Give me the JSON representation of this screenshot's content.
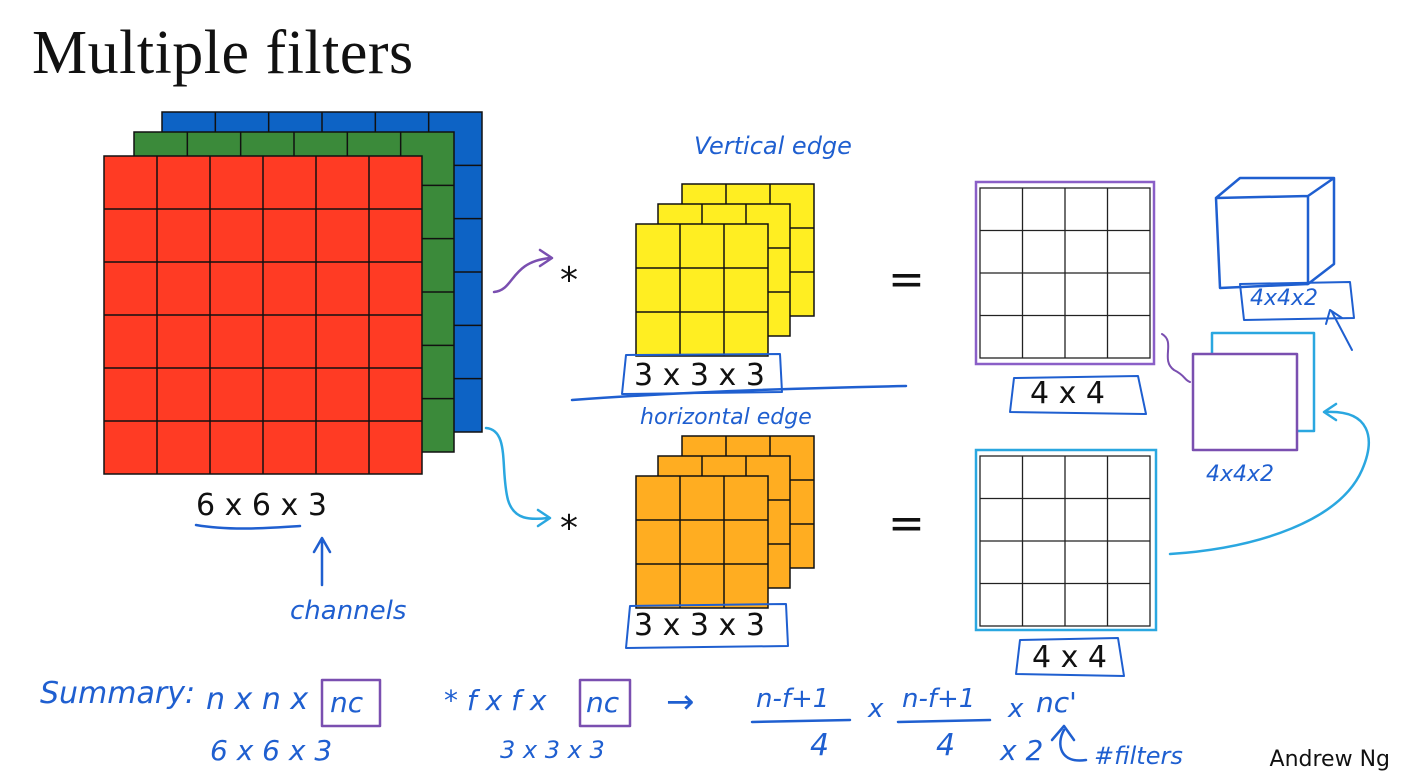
{
  "title": "Multiple filters",
  "input": {
    "dims_label": "6 x 6 x 3",
    "channels_note": "channels",
    "grid_cells": 6,
    "colors": {
      "front": "#ff3b24",
      "middle": "#3b8a3a",
      "back": "#0d63c5"
    }
  },
  "filter1": {
    "note": "Vertical edge",
    "dims_label": "3 x 3 x 3",
    "color": "#ffee22",
    "grid_cells": 3
  },
  "filter2": {
    "note": "horizontal edge",
    "dims_label": "3 x 3 x 3",
    "color": "#ffad21",
    "grid_cells": 3
  },
  "operator": "*",
  "equals": "=",
  "output1": {
    "dims_label": "4 x 4",
    "grid_cells": 4,
    "outline_color": "#8a5fc7"
  },
  "output2": {
    "dims_label": "4 x 4",
    "grid_cells": 4,
    "outline_color": "#2aa7e0"
  },
  "stacked_output": {
    "cube_label": "4x4x2",
    "stack_label": "4x4x2"
  },
  "summary": {
    "label": "Summary:",
    "input_expr": "n x n x",
    "input_nc": "nc",
    "input_numbers": "6 x 6 x 3",
    "filter_expr": "* f x f x",
    "filter_nc": "nc",
    "filter_numbers": "3 x 3 x 3",
    "arrow": "→",
    "out_h_expr": "n-f+1",
    "out_h_value": "4",
    "times1": "x",
    "out_w_expr": "n-f+1",
    "out_w_value": "4",
    "times2": "x",
    "out_c_expr": "nc'",
    "out_c_value": "x 2",
    "filters_note": "#filters"
  },
  "credit": "Andrew Ng"
}
